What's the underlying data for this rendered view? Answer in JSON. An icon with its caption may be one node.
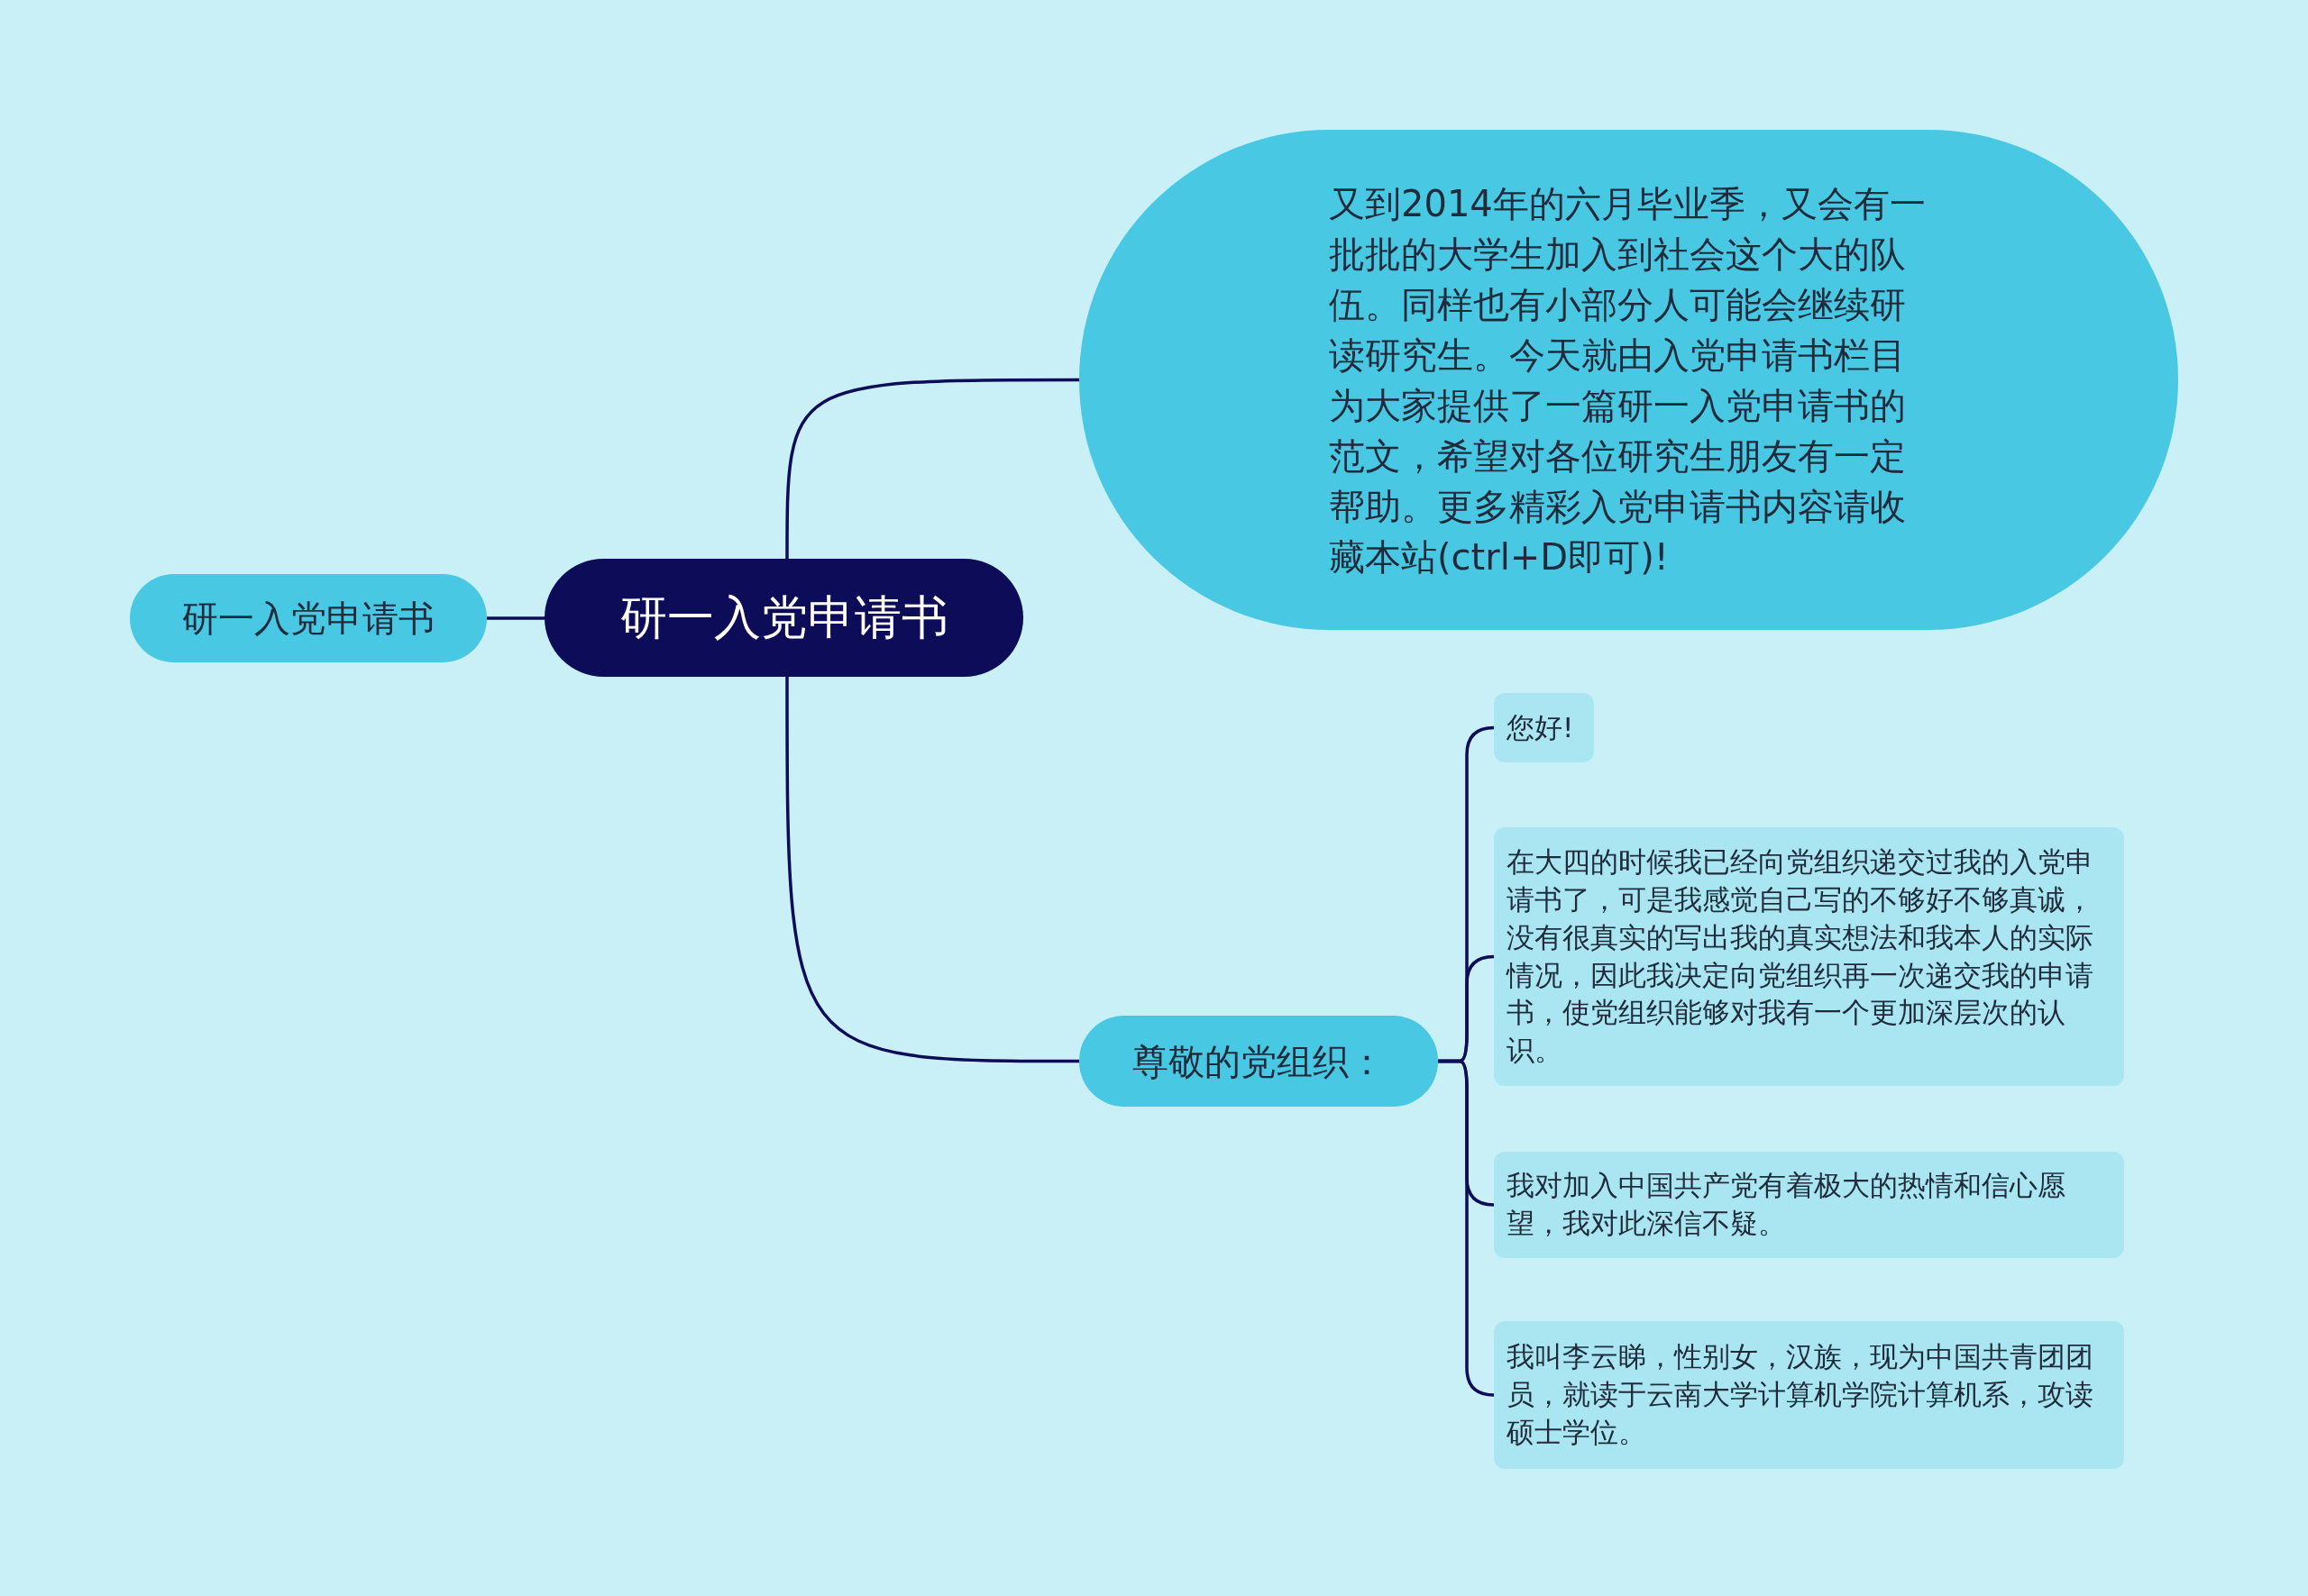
{
  "diagram": {
    "nodes": [
      {
        "text": [
          "研一入党申请书"
        ]
      },
      {
        "text": [
          "研一入党申请书"
        ]
      },
      {
        "text": [
          "又到2014年的六月毕业季，又会有一批批的大学生加入到社会这个大的队伍。同样也有小部分人可能会继续研读研究生。今天就由入党申请书栏目为大家提供了一篇研一入党申请书的范文，希望对各位研究生朋友有一定帮助。更多精彩入党申请书内容请收藏本站(ctrl+D即可)!"
        ]
      },
      {
        "text": [
          "尊敬的党组织："
        ]
      },
      {
        "text": [
          "您好!"
        ]
      },
      {
        "text": [
          "在大四的时候我已经向党组织递交过我的入党申请书了，可是我感觉自己写的不够好不够真诚，没有很真实的写出我的真实想法和我本人的实际情况，因此我决定向党组织再一次递交我的申请书，使党组织能够对我有一个更加深层次的认识。"
        ]
      },
      {
        "text": [
          "我对加入中国共产党有着极大的热情和信心愿望，我对此深信不疑。"
        ]
      },
      {
        "text": [
          "我叫李云睇，性别女，汉族，现为中国共青团团员，就读于云南大学计算机学院计算机系，攻读硕士学位。"
        ]
      }
    ],
    "edges": [
      {
        "from": 0,
        "to": 1,
        "arrow": "none"
      },
      {
        "from": 0,
        "to": 2,
        "arrow": "none"
      },
      {
        "from": 0,
        "to": 3,
        "arrow": "none"
      },
      {
        "from": 3,
        "to": 4,
        "arrow": "none"
      },
      {
        "from": 3,
        "to": 5,
        "arrow": "none"
      },
      {
        "from": 3,
        "to": 6,
        "arrow": "none"
      },
      {
        "from": 3,
        "to": 7,
        "arrow": "none"
      }
    ]
  }
}
